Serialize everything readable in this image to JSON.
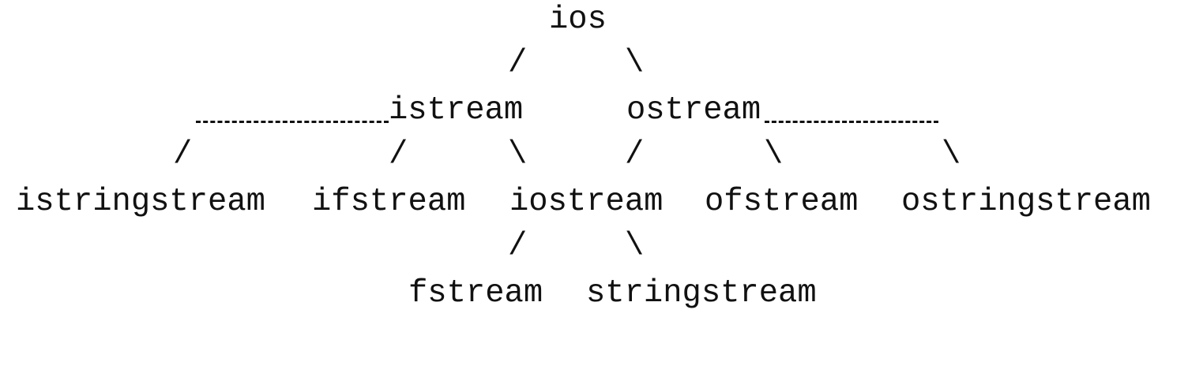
{
  "tree": {
    "root": "ios",
    "level1": {
      "left": "istream",
      "right": "ostream"
    },
    "level2": [
      "istringstream",
      "ifstream",
      "iostream",
      "ofstream",
      "ostringstream"
    ],
    "level3": [
      "fstream",
      "stringstream"
    ],
    "slash": "/",
    "backslash": "\\"
  },
  "colors": {
    "text": "#111111",
    "background": "#ffffff"
  }
}
